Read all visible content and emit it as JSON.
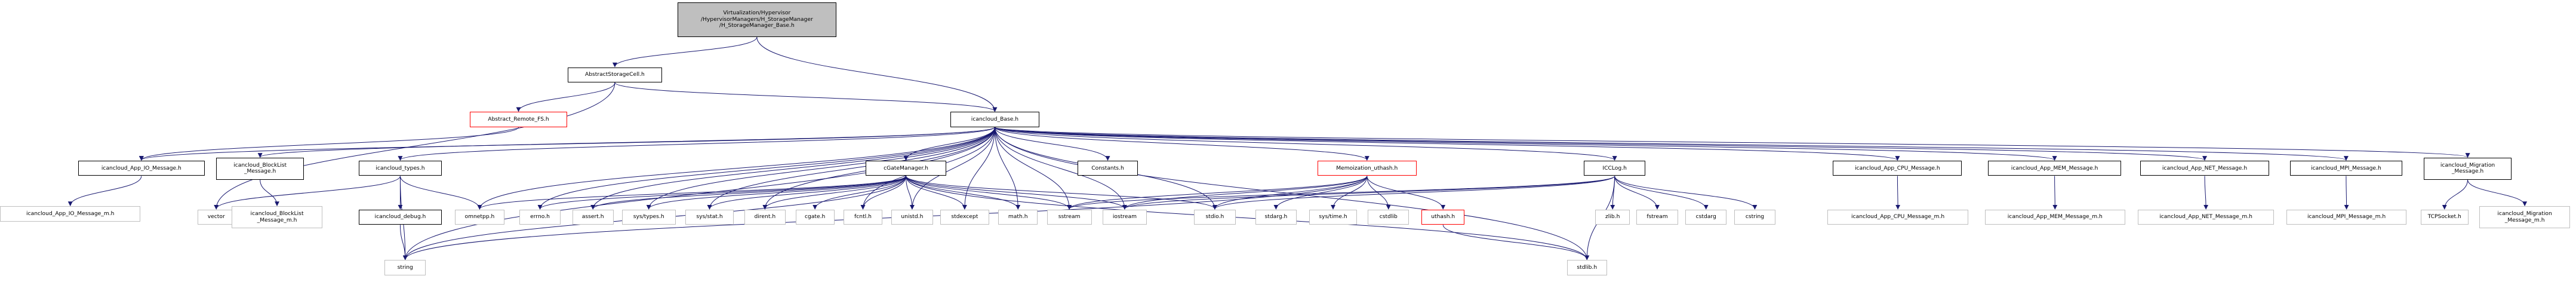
{
  "diagram": {
    "colors": {
      "edge": "#191970",
      "documented_border": "#000000",
      "undocumented_border": "#bfbfbf",
      "truncated_border": "#ff0000",
      "root_fill": "#bfbfbf"
    },
    "nodes": [
      {
        "id": "root",
        "label": "Virtualization/Hypervisor\n/HypervisorManagers/H_StorageManager\n/H_StorageManager_Base.h",
        "kind": "root"
      },
      {
        "id": "abstractcell",
        "label": "AbstractStorageCell.h",
        "kind": "documented"
      },
      {
        "id": "abstractremote",
        "label": "Abstract_Remote_FS.h",
        "kind": "truncated"
      },
      {
        "id": "base",
        "label": "icancloud_Base.h",
        "kind": "documented"
      },
      {
        "id": "appio",
        "label": "icancloud_App_IO_Message.h",
        "kind": "documented"
      },
      {
        "id": "blocklist",
        "label": "icancloud_BlockList\n_Message.h",
        "kind": "documented"
      },
      {
        "id": "types",
        "label": "icancloud_types.h",
        "kind": "documented"
      },
      {
        "id": "cgate",
        "label": "cGateManager.h",
        "kind": "documented"
      },
      {
        "id": "constants",
        "label": "Constants.h",
        "kind": "documented"
      },
      {
        "id": "memo",
        "label": "Memoization_uthash.h",
        "kind": "truncated"
      },
      {
        "id": "icclog",
        "label": "ICCLog.h",
        "kind": "documented"
      },
      {
        "id": "appcpu",
        "label": "icancloud_App_CPU_Message.h",
        "kind": "documented"
      },
      {
        "id": "appmem",
        "label": "icancloud_App_MEM_Message.h",
        "kind": "documented"
      },
      {
        "id": "appnet",
        "label": "icancloud_App_NET_Message.h",
        "kind": "documented"
      },
      {
        "id": "mpi",
        "label": "icancloud_MPI_Message.h",
        "kind": "documented"
      },
      {
        "id": "migration",
        "label": "icancloud_Migration\n_Message.h",
        "kind": "documented"
      },
      {
        "id": "appio_m",
        "label": "icancloud_App_IO_Message_m.h",
        "kind": "undocumented"
      },
      {
        "id": "vector",
        "label": "vector",
        "kind": "undocumented"
      },
      {
        "id": "blocklist_m",
        "label": "icancloud_BlockList\n_Message_m.h",
        "kind": "undocumented"
      },
      {
        "id": "debug",
        "label": "icancloud_debug.h",
        "kind": "documented"
      },
      {
        "id": "omnetpp",
        "label": "omnetpp.h",
        "kind": "undocumented"
      },
      {
        "id": "errno",
        "label": "errno.h",
        "kind": "undocumented"
      },
      {
        "id": "assert",
        "label": "assert.h",
        "kind": "undocumented"
      },
      {
        "id": "systypes",
        "label": "sys/types.h",
        "kind": "undocumented"
      },
      {
        "id": "sysstat",
        "label": "sys/stat.h",
        "kind": "undocumented"
      },
      {
        "id": "dirent",
        "label": "dirent.h",
        "kind": "undocumented"
      },
      {
        "id": "cgateh",
        "label": "cgate.h",
        "kind": "undocumented"
      },
      {
        "id": "fcntl",
        "label": "fcntl.h",
        "kind": "undocumented"
      },
      {
        "id": "unistd",
        "label": "unistd.h",
        "kind": "undocumented"
      },
      {
        "id": "stdexcept",
        "label": "stdexcept",
        "kind": "undocumented"
      },
      {
        "id": "math",
        "label": "math.h",
        "kind": "undocumented"
      },
      {
        "id": "sstream",
        "label": "sstream",
        "kind": "undocumented"
      },
      {
        "id": "iostream",
        "label": "iostream",
        "kind": "undocumented"
      },
      {
        "id": "stdio",
        "label": "stdio.h",
        "kind": "undocumented"
      },
      {
        "id": "stdarg",
        "label": "stdarg.h",
        "kind": "undocumented"
      },
      {
        "id": "systime",
        "label": "sys/time.h",
        "kind": "undocumented"
      },
      {
        "id": "cstdlib",
        "label": "cstdlib",
        "kind": "undocumented"
      },
      {
        "id": "uthash",
        "label": "uthash.h",
        "kind": "truncated"
      },
      {
        "id": "zlib",
        "label": "zlib.h",
        "kind": "undocumented"
      },
      {
        "id": "fstream",
        "label": "fstream",
        "kind": "undocumented"
      },
      {
        "id": "cstdarg",
        "label": "cstdarg",
        "kind": "undocumented"
      },
      {
        "id": "cstring",
        "label": "cstring",
        "kind": "undocumented"
      },
      {
        "id": "appcpu_m",
        "label": "icancloud_App_CPU_Message_m.h",
        "kind": "undocumented"
      },
      {
        "id": "appmem_m",
        "label": "icancloud_App_MEM_Message_m.h",
        "kind": "undocumented"
      },
      {
        "id": "appnet_m",
        "label": "icancloud_App_NET_Message_m.h",
        "kind": "undocumented"
      },
      {
        "id": "mpi_m",
        "label": "icancloud_MPI_Message_m.h",
        "kind": "undocumented"
      },
      {
        "id": "tcpsocket",
        "label": "TCPSocket.h",
        "kind": "undocumented"
      },
      {
        "id": "migration_m",
        "label": "icancloud_Migration\n_Message_m.h",
        "kind": "undocumented"
      },
      {
        "id": "string",
        "label": "string",
        "kind": "undocumented"
      },
      {
        "id": "stdlib",
        "label": "stdlib.h",
        "kind": "undocumented"
      }
    ],
    "edges": [
      [
        "root",
        "abstractcell"
      ],
      [
        "root",
        "base"
      ],
      [
        "abstractcell",
        "abstractremote"
      ],
      [
        "abstractcell",
        "base"
      ],
      [
        "abstractcell",
        "vector"
      ],
      [
        "abstractremote",
        "appio"
      ],
      [
        "base",
        "appio"
      ],
      [
        "base",
        "blocklist"
      ],
      [
        "base",
        "types"
      ],
      [
        "base",
        "cgate"
      ],
      [
        "base",
        "constants"
      ],
      [
        "base",
        "memo"
      ],
      [
        "base",
        "icclog"
      ],
      [
        "base",
        "appcpu"
      ],
      [
        "base",
        "appmem"
      ],
      [
        "base",
        "appnet"
      ],
      [
        "base",
        "mpi"
      ],
      [
        "base",
        "migration"
      ],
      [
        "base",
        "omnetpp"
      ],
      [
        "base",
        "errno"
      ],
      [
        "base",
        "assert"
      ],
      [
        "base",
        "systypes"
      ],
      [
        "base",
        "sysstat"
      ],
      [
        "base",
        "dirent"
      ],
      [
        "base",
        "fcntl"
      ],
      [
        "base",
        "unistd"
      ],
      [
        "base",
        "stdexcept"
      ],
      [
        "base",
        "math"
      ],
      [
        "base",
        "sstream"
      ],
      [
        "base",
        "iostream"
      ],
      [
        "base",
        "stdio"
      ],
      [
        "base",
        "string"
      ],
      [
        "base",
        "stdlib"
      ],
      [
        "appio",
        "appio_m"
      ],
      [
        "blocklist",
        "blocklist_m"
      ],
      [
        "types",
        "vector"
      ],
      [
        "types",
        "debug"
      ],
      [
        "types",
        "omnetpp"
      ],
      [
        "types",
        "string"
      ],
      [
        "debug",
        "string"
      ],
      [
        "cgate",
        "omnetpp"
      ],
      [
        "cgate",
        "errno"
      ],
      [
        "cgate",
        "assert"
      ],
      [
        "cgate",
        "systypes"
      ],
      [
        "cgate",
        "sysstat"
      ],
      [
        "cgate",
        "dirent"
      ],
      [
        "cgate",
        "cgateh"
      ],
      [
        "cgate",
        "fcntl"
      ],
      [
        "cgate",
        "unistd"
      ],
      [
        "cgate",
        "stdexcept"
      ],
      [
        "cgate",
        "math"
      ],
      [
        "cgate",
        "sstream"
      ],
      [
        "cgate",
        "iostream"
      ],
      [
        "cgate",
        "stdio"
      ],
      [
        "cgate",
        "string"
      ],
      [
        "cgate",
        "stdlib"
      ],
      [
        "memo",
        "stdarg"
      ],
      [
        "memo",
        "systime"
      ],
      [
        "memo",
        "cstdlib"
      ],
      [
        "memo",
        "uthash"
      ],
      [
        "memo",
        "iostream"
      ],
      [
        "memo",
        "sstream"
      ],
      [
        "memo",
        "stdio"
      ],
      [
        "memo",
        "string"
      ],
      [
        "uthash",
        "stdlib"
      ],
      [
        "icclog",
        "zlib"
      ],
      [
        "icclog",
        "fstream"
      ],
      [
        "icclog",
        "cstdarg"
      ],
      [
        "icclog",
        "cstring"
      ],
      [
        "icclog",
        "stdlib"
      ],
      [
        "icclog",
        "iostream"
      ],
      [
        "icclog",
        "sstream"
      ],
      [
        "icclog",
        "stdio"
      ],
      [
        "appcpu",
        "appcpu_m"
      ],
      [
        "appmem",
        "appmem_m"
      ],
      [
        "appnet",
        "appnet_m"
      ],
      [
        "mpi",
        "mpi_m"
      ],
      [
        "migration",
        "tcpsocket"
      ],
      [
        "migration",
        "migration_m"
      ]
    ]
  }
}
